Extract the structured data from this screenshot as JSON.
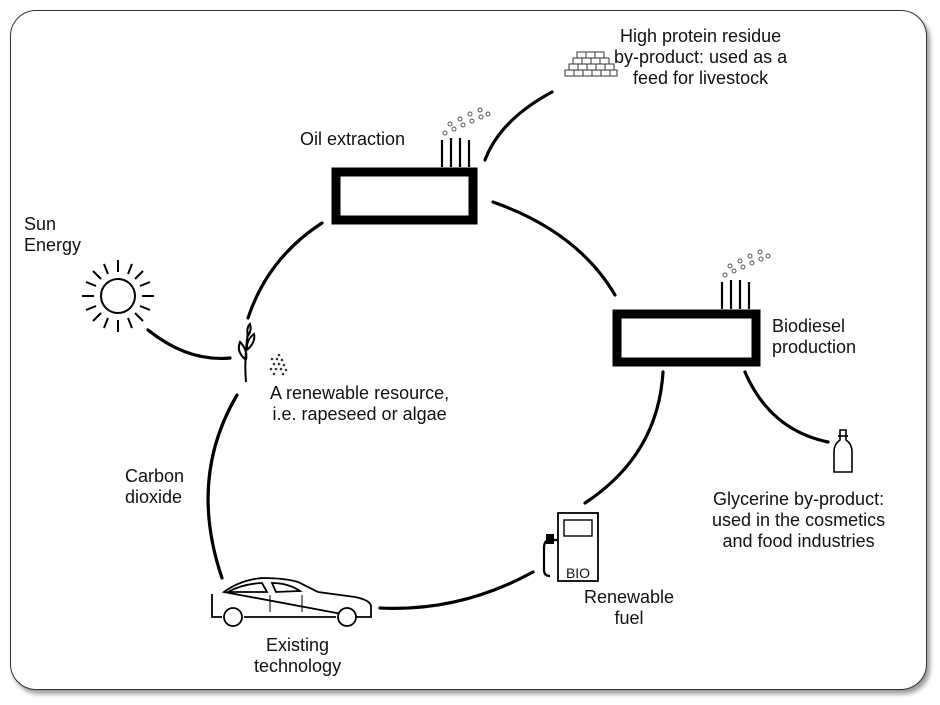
{
  "nodes": {
    "residue": {
      "text": "High protein residue\nby-product: used as a\nfeed for livestock",
      "icon": "stacked-bricks-icon"
    },
    "oil": {
      "text": "Oil extraction",
      "icon": "factory-icon"
    },
    "sun": {
      "text": "Sun\nEnergy",
      "icon": "sun-icon"
    },
    "biodiesel": {
      "text": "Biodiesel\nproduction",
      "icon": "factory-icon"
    },
    "resource": {
      "text": "A renewable resource,\ni.e. rapeseed or algae",
      "icon": "plant-icon"
    },
    "carbon": {
      "text": "Carbon\ndioxide"
    },
    "glycerine": {
      "text": "Glycerine by-product:\nused in the cosmetics\nand food industries",
      "icon": "bottle-icon"
    },
    "fuel": {
      "text": "Renewable\nfuel",
      "icon": "fuel-pump-icon",
      "pump_label": "BIO"
    },
    "technology": {
      "text": "Existing\ntechnology",
      "icon": "car-icon"
    }
  },
  "edges": [
    {
      "from": "sun",
      "to": "resource"
    },
    {
      "from": "resource",
      "to": "oil"
    },
    {
      "from": "oil",
      "to": "residue"
    },
    {
      "from": "oil",
      "to": "biodiesel"
    },
    {
      "from": "biodiesel",
      "to": "glycerine"
    },
    {
      "from": "biodiesel",
      "to": "fuel"
    },
    {
      "from": "fuel",
      "to": "technology"
    },
    {
      "from": "technology",
      "to": "carbon"
    },
    {
      "from": "carbon",
      "to": "resource"
    }
  ],
  "colors": {
    "line": "#000000",
    "frame": "#333333",
    "text": "#111111"
  }
}
